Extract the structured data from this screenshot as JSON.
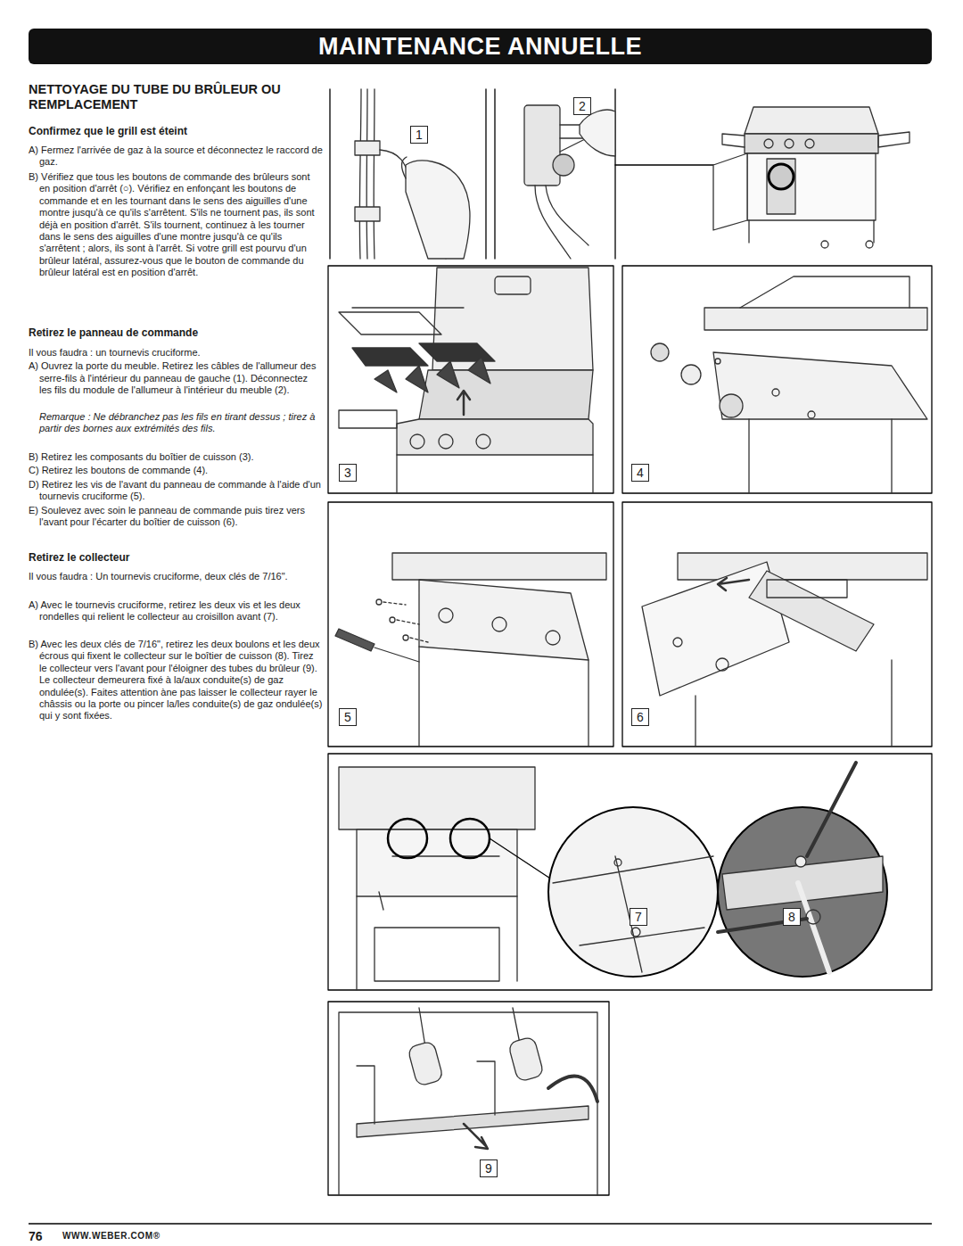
{
  "diagram": {
    "title": "MAINTENANCE ANNUELLE",
    "labels": [
      "NETTOYAGE DU TUBE DU BRÛLEUR OU REMPLACEMENT",
      "Confirmez que le grill est éteint",
      "A) Fermez l'arrivée de gaz à la source et déconnectez le raccord de gaz.",
      "B) Vérifiez que tous les boutons de commande des brûleurs sont en position d'arrêt (○). Vérifiez en enfonçant les boutons de commande et en les tournant dans le sens des aiguilles d'une montre jusqu'à ce qu'ils s'arrêtent. S'ils ne tournent pas, ils sont déjà en position d'arrêt. S'ils tournent, continuez à les tourner dans le sens des aiguilles d'une montre jusqu'à ce qu'ils s'arrêtent ; alors, ils sont à l'arrêt. Si votre grill est pourvu d'un brûleur latéral, assurez-vous que le bouton de commande du brûleur latéral est en position d'arrêt.",
      "Retirez le panneau de commande",
      "Il vous faudra : un tournevis cruciforme.",
      "A) Ouvrez la porte du meuble. Retirez les câbles de l'allumeur des serre-fils à l'intérieur du panneau de gauche (1). Déconnectez les fils du module de l'allumeur à l'intérieur du meuble (2).",
      "Remarque : Ne débranchez pas les fils en tirant dessus ; tirez à partir des bornes aux extrémités des fils.",
      "B) Retirez les composants du boîtier de cuisson (3).",
      "C) Retirez les boutons de commande (4).",
      "D) Retirez les vis de l'avant du panneau de commande à l'aide d'un tournevis cruciforme (5).",
      "E) Soulevez avec soin le panneau de commande puis tirez vers l'avant pour l'écarter du boîtier de cuisson (6).",
      "Retirez le collecteur",
      "Il vous faudra : Un tournevis cruciforme, deux clés de 7/16\".",
      "A) Avec le tournevis cruciforme, retirez les deux vis et les deux rondelles qui relient le collecteur au croisillon avant (7).",
      "B) Avec les deux clés de 7/16\", retirez les deux boulons et les deux écrous qui fixent le collecteur sur le boîtier de cuisson (8). Tirez le collecteur vers l'avant pour l'éloigner des tubes du brûleur (9). Le collecteur demeurera fixé à la/aux conduite(s) de gaz ondulée(s). Faites attention àne pas laisser le collecteur rayer le châssis ou la porte ou pincer la/les conduite(s) de gaz ondulée(s) qui y sont fixées.",
      "1",
      "2",
      "3",
      "4",
      "5",
      "6",
      "7",
      "8",
      "9",
      "76",
      "WWW.WEBER.COM®"
    ]
  }
}
